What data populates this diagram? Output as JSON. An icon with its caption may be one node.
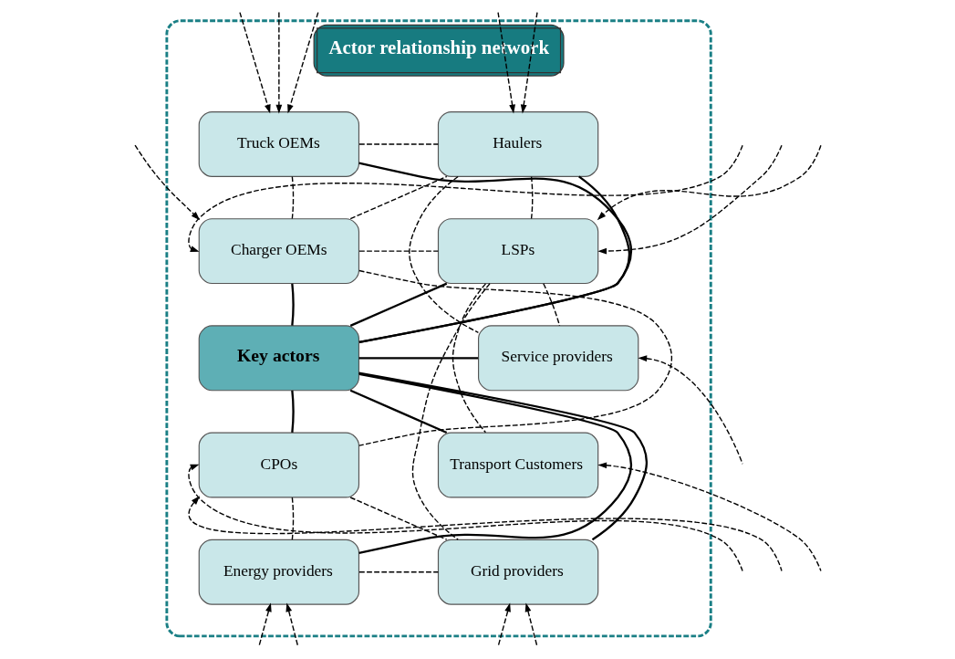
{
  "diagram": {
    "nodes": [
      {
        "text": [
          "Actor relationship network"
        ]
      },
      {
        "text": [
          "Truck OEMs"
        ],
        "in": 0
      },
      {
        "text": [
          "Haulers"
        ],
        "in": 0
      },
      {
        "text": [
          "Charger OEMs"
        ],
        "in": 0
      },
      {
        "text": [
          "LSPs"
        ],
        "in": 0
      },
      {
        "text": [
          "Key actors"
        ],
        "in": 0
      },
      {
        "text": [
          "Service providers"
        ],
        "in": 0
      },
      {
        "text": [
          "CPOs"
        ],
        "in": 0
      },
      {
        "text": [
          "Transport Customers"
        ],
        "in": 0
      },
      {
        "text": [
          "Energy providers"
        ],
        "in": 0
      },
      {
        "text": [
          "Grid providers"
        ],
        "in": 0
      }
    ],
    "edges": [
      {
        "from": 5,
        "to": 1,
        "arrow": "none"
      },
      {
        "from": 5,
        "to": 2,
        "arrow": "none"
      },
      {
        "from": 5,
        "to": 3,
        "arrow": "none"
      },
      {
        "from": 5,
        "to": 4,
        "arrow": "none"
      },
      {
        "from": 5,
        "to": 6,
        "arrow": "none"
      },
      {
        "from": 5,
        "to": 7,
        "arrow": "none"
      },
      {
        "from": 5,
        "to": 8,
        "arrow": "none"
      },
      {
        "from": 5,
        "to": 9,
        "arrow": "none"
      },
      {
        "from": 5,
        "to": 10,
        "arrow": "none"
      },
      {
        "from": 1,
        "to": 2,
        "arrow": "none",
        "style": "dashed"
      },
      {
        "from": 1,
        "to": 3,
        "arrow": "none",
        "style": "dashed"
      },
      {
        "from": 3,
        "to": 7,
        "arrow": "none",
        "style": "dashed"
      },
      {
        "from": 3,
        "to": 4,
        "arrow": "none",
        "style": "dashed"
      },
      {
        "from": 3,
        "to": 2,
        "arrow": "none",
        "style": "dashed"
      },
      {
        "from": 2,
        "to": 4,
        "arrow": "none",
        "style": "dashed"
      },
      {
        "from": 2,
        "to": 6,
        "arrow": "none",
        "style": "dashed"
      },
      {
        "from": 4,
        "to": 6,
        "arrow": "none",
        "style": "dashed"
      },
      {
        "from": 4,
        "to": 8,
        "arrow": "none",
        "style": "dashed"
      },
      {
        "from": 4,
        "to": 10,
        "arrow": "none",
        "style": "dashed"
      },
      {
        "from": 7,
        "to": 10,
        "arrow": "none",
        "style": "dashed"
      },
      {
        "from": 7,
        "to": 9,
        "arrow": "none",
        "style": "dashed"
      },
      {
        "from": 9,
        "to": 10,
        "arrow": "none",
        "style": "dashed"
      },
      {
        "from": null,
        "to": 1,
        "arrow": "to",
        "style": "dashed"
      },
      {
        "from": null,
        "to": 1,
        "arrow": "to",
        "style": "dashed"
      },
      {
        "from": null,
        "to": 1,
        "arrow": "to",
        "style": "dashed"
      },
      {
        "from": null,
        "to": 2,
        "arrow": "to",
        "style": "dashed"
      },
      {
        "from": null,
        "to": 2,
        "arrow": "to",
        "style": "dashed"
      },
      {
        "from": null,
        "to": 3,
        "arrow": "to",
        "style": "dashed"
      },
      {
        "from": null,
        "to": 3,
        "arrow": "to",
        "style": "dashed"
      },
      {
        "from": null,
        "to": 4,
        "arrow": "to",
        "style": "dashed"
      },
      {
        "from": null,
        "to": 4,
        "arrow": "to",
        "style": "dashed"
      },
      {
        "from": null,
        "to": 6,
        "arrow": "to",
        "style": "dashed"
      },
      {
        "from": null,
        "to": 7,
        "arrow": "to",
        "style": "dashed"
      },
      {
        "from": null,
        "to": 7,
        "arrow": "to",
        "style": "dashed"
      },
      {
        "from": null,
        "to": 8,
        "arrow": "to",
        "style": "dashed"
      },
      {
        "from": null,
        "to": 9,
        "arrow": "to",
        "style": "dashed"
      },
      {
        "from": null,
        "to": 9,
        "arrow": "to",
        "style": "dashed"
      },
      {
        "from": null,
        "to": 10,
        "arrow": "to",
        "style": "dashed"
      },
      {
        "from": null,
        "to": 10,
        "arrow": "to",
        "style": "dashed"
      }
    ]
  }
}
